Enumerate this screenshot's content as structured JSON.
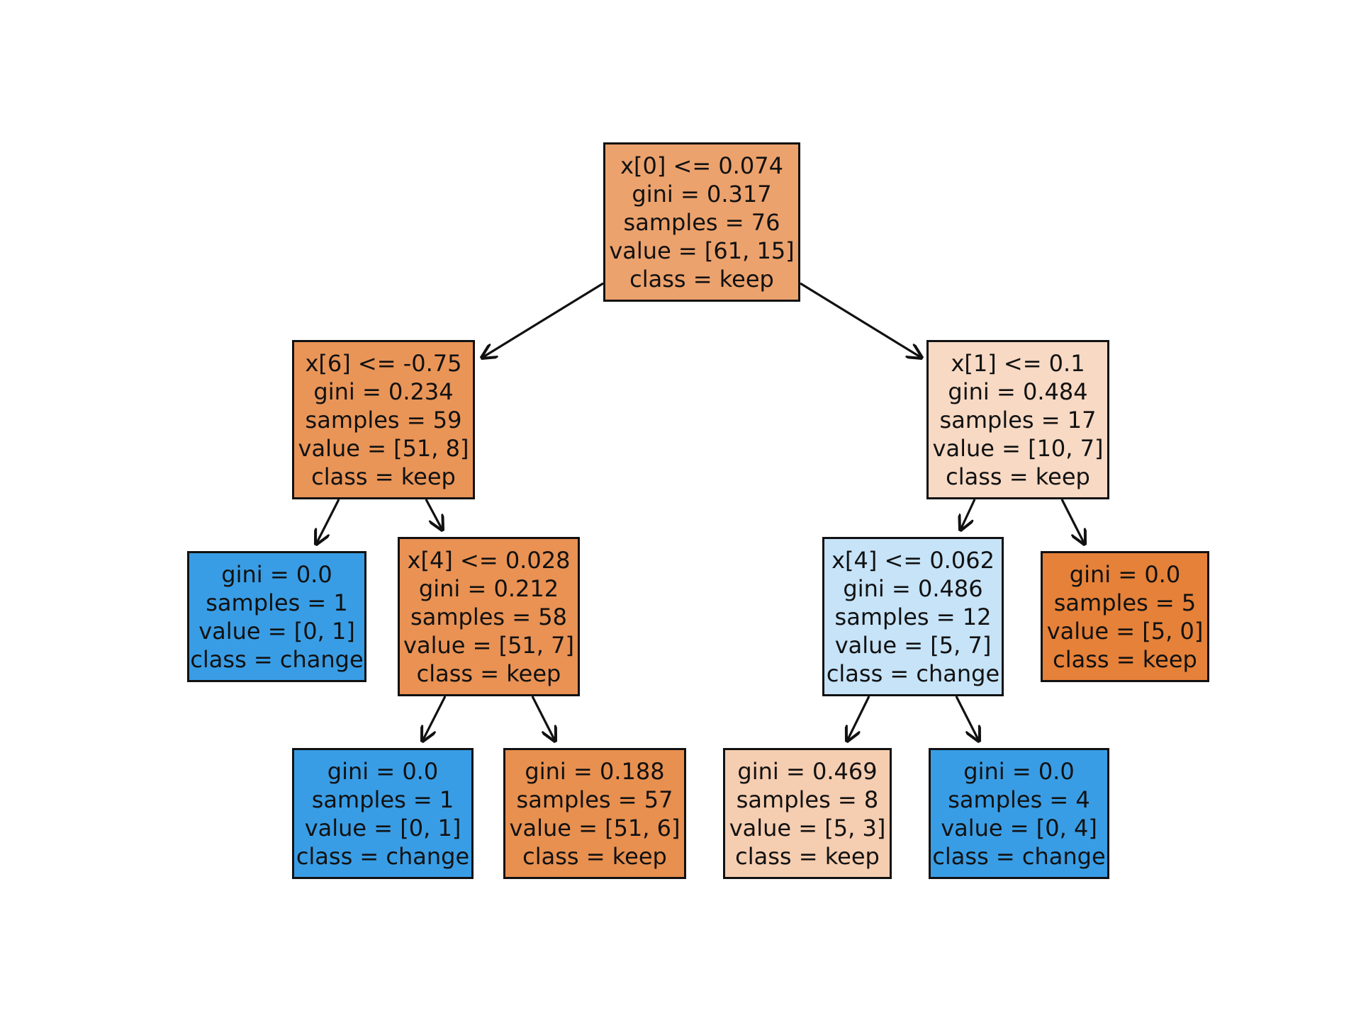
{
  "tree": {
    "nodes": {
      "n0": {
        "lines": [
          "x[0] <= 0.074",
          "gini = 0.317",
          "samples = 76",
          "value = [61, 15]",
          "class = keep"
        ],
        "fill": "#eca26d"
      },
      "n1": {
        "lines": [
          "x[6] <= -0.75",
          "gini = 0.234",
          "samples = 59",
          "value = [51, 8]",
          "class = keep"
        ],
        "fill": "#e99558"
      },
      "n2": {
        "lines": [
          "gini = 0.0",
          "samples = 1",
          "value = [0, 1]",
          "class = change"
        ],
        "fill": "#399de5"
      },
      "n3": {
        "lines": [
          "x[4] <= 0.028",
          "gini = 0.212",
          "samples = 58",
          "value = [51, 7]",
          "class = keep"
        ],
        "fill": "#e99254"
      },
      "n4": {
        "lines": [
          "gini = 0.0",
          "samples = 1",
          "value = [0, 1]",
          "class = change"
        ],
        "fill": "#399de5"
      },
      "n5": {
        "lines": [
          "gini = 0.188",
          "samples = 57",
          "value = [51, 6]",
          "class = keep"
        ],
        "fill": "#e89050"
      },
      "n6": {
        "lines": [
          "x[1] <= 0.1",
          "gini = 0.484",
          "samples = 17",
          "value = [10, 7]",
          "class = keep"
        ],
        "fill": "#f7d9c4"
      },
      "n7": {
        "lines": [
          "x[4] <= 0.062",
          "gini = 0.486",
          "samples = 12",
          "value = [5, 7]",
          "class = change"
        ],
        "fill": "#c6e3f8"
      },
      "n8": {
        "lines": [
          "gini = 0.469",
          "samples = 8",
          "value = [5, 3]",
          "class = keep"
        ],
        "fill": "#f5cdb0"
      },
      "n9": {
        "lines": [
          "gini = 0.0",
          "samples = 4",
          "value = [0, 4]",
          "class = change"
        ],
        "fill": "#399de5"
      },
      "n10": {
        "lines": [
          "gini = 0.0",
          "samples = 5",
          "value = [5, 0]",
          "class = keep"
        ],
        "fill": "#e58139"
      }
    },
    "edges": [
      [
        "n0",
        "n1"
      ],
      [
        "n0",
        "n6"
      ],
      [
        "n1",
        "n2"
      ],
      [
        "n1",
        "n3"
      ],
      [
        "n3",
        "n4"
      ],
      [
        "n3",
        "n5"
      ],
      [
        "n6",
        "n7"
      ],
      [
        "n6",
        "n10"
      ],
      [
        "n7",
        "n8"
      ],
      [
        "n7",
        "n9"
      ]
    ]
  }
}
